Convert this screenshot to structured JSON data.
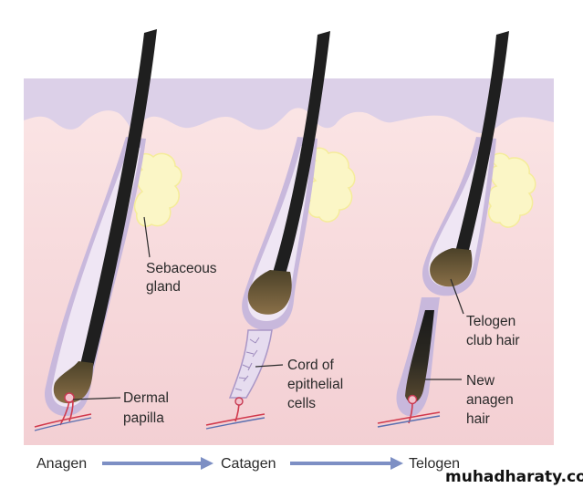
{
  "labels": {
    "sebaceous": [
      "Sebaceous",
      "gland"
    ],
    "dermal": [
      "Dermal",
      "papilla"
    ],
    "cord": [
      "Cord of",
      "epithelial",
      "cells"
    ],
    "club": [
      "Telogen",
      "club hair"
    ],
    "new_hair": [
      "New",
      "anagen",
      "hair"
    ]
  },
  "stages": [
    "Anagen",
    "Catagen",
    "Telogen"
  ],
  "watermark": "muhadharaty.com",
  "colors": {
    "background": "#f5d5d8",
    "epidermis": "#d9cde6",
    "sheath": "#c4b3d8",
    "gland": "#fbf6c9",
    "hair": "#222222",
    "bulb": "#7d6643",
    "vessel_red": "#d1394c",
    "vessel_blue": "#5a6fb0",
    "arrow": "#7d8fc4"
  }
}
